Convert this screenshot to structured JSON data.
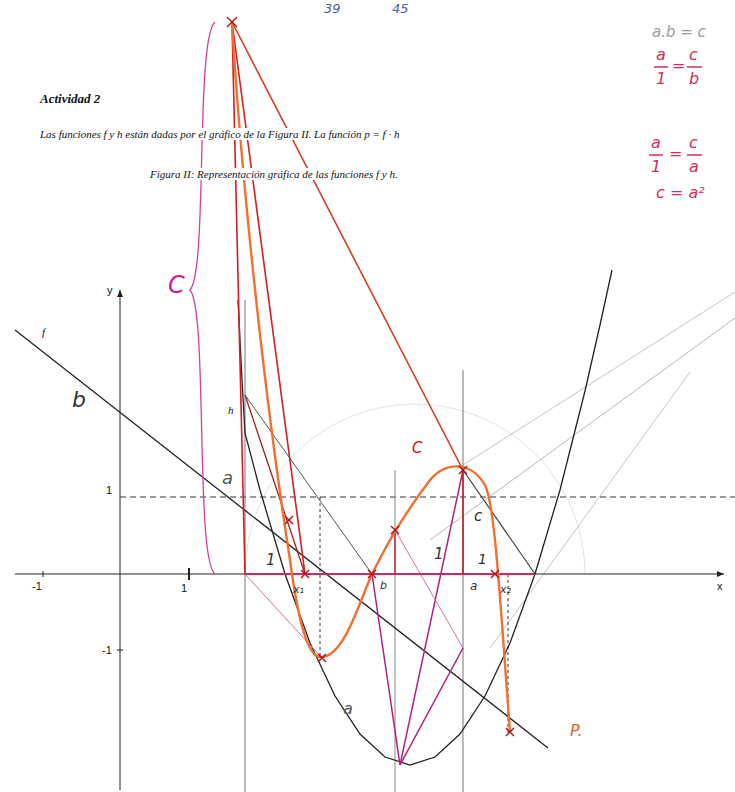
{
  "diagram": {
    "title": "Actividad 2",
    "caption": "Figura II: Representación gráfica de las funciones f y h.",
    "labels": [
      "39",
      "45",
      "Las funciones f y h están dadas por el gráfico de la Figura II. La función  p = f · h",
      "f",
      "h",
      "y",
      "x",
      "-1",
      "1",
      "1",
      "-1",
      "C",
      "b",
      "a",
      "1",
      "1",
      "1",
      "x₁",
      "x₂",
      "a",
      "b",
      "C",
      "c",
      "a",
      "P.",
      "a.b = c",
      "a",
      "1",
      "=",
      "c",
      "b",
      "a",
      "1",
      "=",
      "c",
      "a",
      "c = a²"
    ]
  }
}
